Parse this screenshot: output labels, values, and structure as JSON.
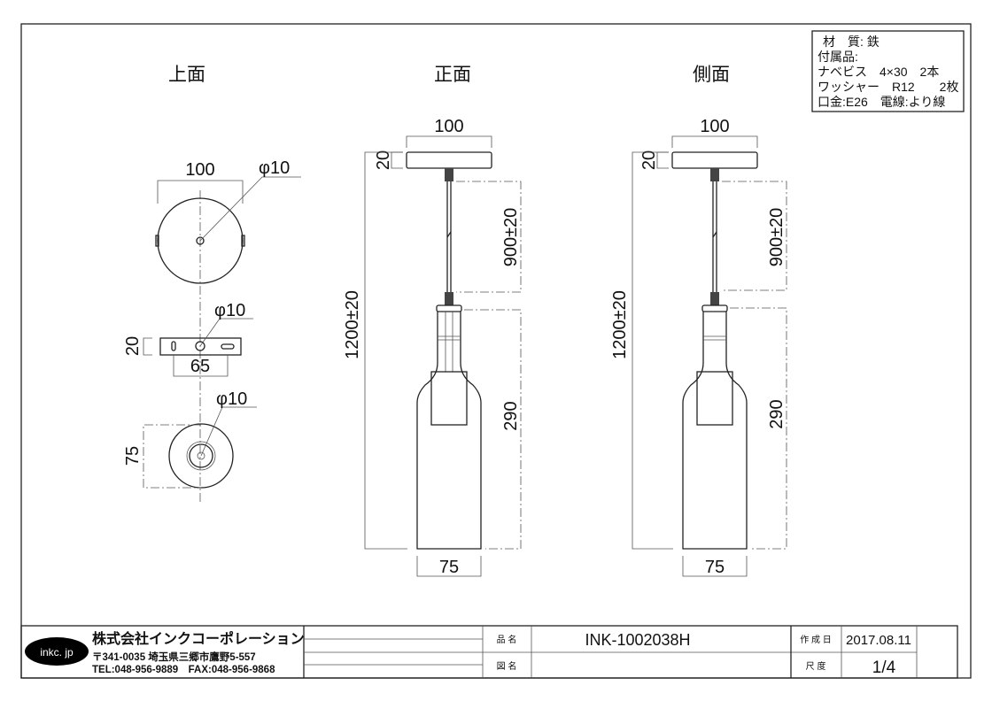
{
  "views": {
    "top": "上面",
    "front": "正面",
    "side": "側面"
  },
  "dimensions": {
    "canopy_width": "100",
    "canopy_height": "20",
    "hole_dia": "φ10",
    "bracket_height": "20",
    "bracket_pitch": "65",
    "shade_dia": "75",
    "overall_height": "1200±20",
    "cord_length": "900±20",
    "shade_height": "290"
  },
  "specs": [
    "材　質: 鉄",
    "付属品:",
    "ナベビス　4×30　2本",
    "ワッシャー　R12　　2枚",
    "口金:E26　電線:より線"
  ],
  "title_block": {
    "logo": "inkc. jp",
    "company": "株式会社インクコーポレーション",
    "address": "〒341-0035 埼玉県三郷市鷹野5-557",
    "phone": "TEL:048-956-9889　FAX:048-956-9868",
    "product_label": "品 名",
    "product_value": "INK-1002038H",
    "drawing_label": "図 名",
    "drawing_value": "",
    "date_label": "作 成 日",
    "date_value": "2017.08.11",
    "scale_label": "尺 度",
    "scale_value": "1/4"
  }
}
